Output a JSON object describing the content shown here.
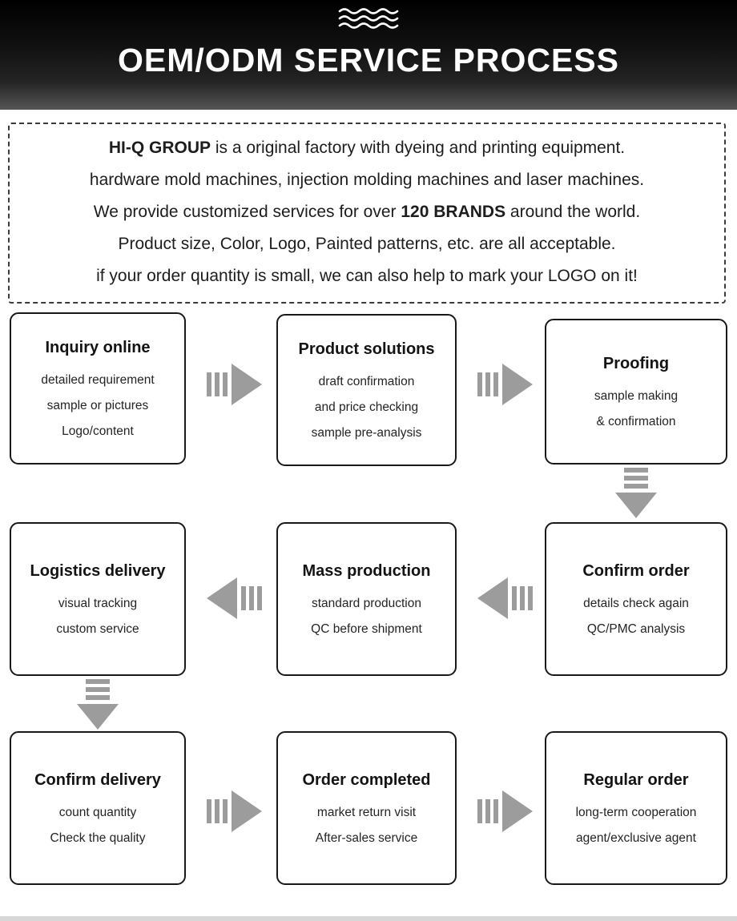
{
  "colors": {
    "header_bg": "#111111",
    "header_text": "#ffffff",
    "arrow_gray": "#9c9c9c",
    "box_border": "#191919",
    "body_text": "#1d1d1d"
  },
  "header": {
    "title": "OEM/ODM SERVICE PROCESS",
    "icon": "waves-icon"
  },
  "intro": {
    "lines": [
      {
        "pre": "",
        "bold": "HI-Q GROUP",
        "post": " is a original factory with dyeing and printing equipment."
      },
      {
        "pre": "hardware mold machines, injection molding machines and laser machines.",
        "bold": "",
        "post": ""
      },
      {
        "pre": "We provide customized services for over ",
        "bold": "120 BRANDS",
        "post": " around the world."
      },
      {
        "pre": "Product size, Color, Logo, Painted patterns, etc. are all acceptable.",
        "bold": "",
        "post": ""
      },
      {
        "pre": "if your order quantity is small, we can also help to mark your LOGO on it!",
        "bold": "",
        "post": ""
      }
    ]
  },
  "flow": {
    "boxes": [
      {
        "title": "Inquiry online",
        "lines": [
          "detailed requirement",
          "sample or pictures",
          "Logo/content"
        ]
      },
      {
        "title": "Product solutions",
        "lines": [
          "draft confirmation",
          "and price checking",
          "sample pre-analysis"
        ]
      },
      {
        "title": "Proofing",
        "lines": [
          "sample making",
          "& confirmation"
        ]
      },
      {
        "title": "Confirm order",
        "lines": [
          "details check again",
          "QC/PMC analysis"
        ]
      },
      {
        "title": "Mass production",
        "lines": [
          "standard production",
          "QC before shipment"
        ]
      },
      {
        "title": "Logistics delivery",
        "lines": [
          "visual tracking",
          "custom service"
        ]
      },
      {
        "title": "Confirm delivery",
        "lines": [
          "count quantity",
          "Check the quality"
        ]
      },
      {
        "title": "Order completed",
        "lines": [
          "market return visit",
          "After-sales service"
        ]
      },
      {
        "title": "Regular order",
        "lines": [
          "long-term cooperation",
          "agent/exclusive agent"
        ]
      }
    ]
  }
}
